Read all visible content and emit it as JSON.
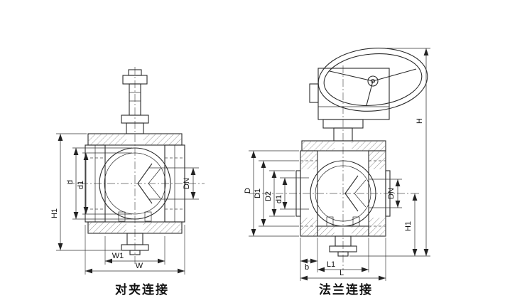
{
  "figure": {
    "background": "#ffffff",
    "line_color": "#2b2b2b",
    "type": "valve-technical-drawing"
  },
  "left": {
    "caption": "对夹连接",
    "dims": {
      "d": "d",
      "d1": "d1",
      "dn": "DN",
      "h1": "H1",
      "w1": "W1",
      "w": "W"
    }
  },
  "right": {
    "caption": "法兰连接",
    "dims": {
      "D": "D",
      "D1": "D1",
      "D2": "D2",
      "d1": "d1",
      "dn": "DN",
      "h": "H",
      "h1": "H1",
      "b": "b",
      "l1": "L1",
      "l": "L"
    }
  }
}
